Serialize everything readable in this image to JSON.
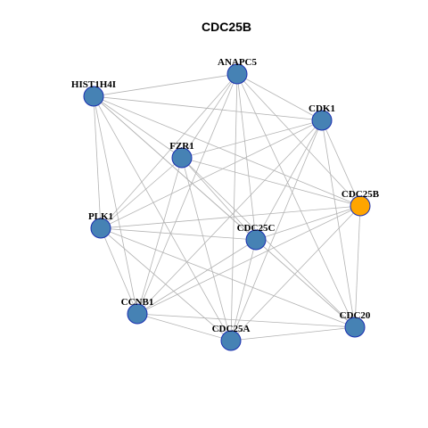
{
  "title": "CDC25B",
  "colors": {
    "node_default": "#4682b4",
    "node_highlight": "#ffa500",
    "node_stroke": "#1a2fb0",
    "edge": "#b3b3b3"
  },
  "nodes": [
    {
      "id": "ANAPC5",
      "label": "ANAPC5",
      "highlight": false
    },
    {
      "id": "HIST1H4I",
      "label": "HIST1H4I",
      "highlight": false
    },
    {
      "id": "CDK1",
      "label": "CDK1",
      "highlight": false
    },
    {
      "id": "FZR1",
      "label": "FZR1",
      "highlight": false
    },
    {
      "id": "CDC25B",
      "label": "CDC25B",
      "highlight": true
    },
    {
      "id": "PLK1",
      "label": "PLK1",
      "highlight": false
    },
    {
      "id": "CDC25C",
      "label": "CDC25C",
      "highlight": false
    },
    {
      "id": "CCNB1",
      "label": "CCNB1",
      "highlight": false
    },
    {
      "id": "CDC20",
      "label": "CDC20",
      "highlight": false
    },
    {
      "id": "CDC25A",
      "label": "CDC25A",
      "highlight": false
    }
  ],
  "edges": [
    [
      "ANAPC5",
      "HIST1H4I"
    ],
    [
      "ANAPC5",
      "CDK1"
    ],
    [
      "ANAPC5",
      "FZR1"
    ],
    [
      "ANAPC5",
      "CDC25B"
    ],
    [
      "ANAPC5",
      "PLK1"
    ],
    [
      "ANAPC5",
      "CDC25C"
    ],
    [
      "ANAPC5",
      "CCNB1"
    ],
    [
      "ANAPC5",
      "CDC20"
    ],
    [
      "ANAPC5",
      "CDC25A"
    ],
    [
      "HIST1H4I",
      "CDK1"
    ],
    [
      "HIST1H4I",
      "FZR1"
    ],
    [
      "HIST1H4I",
      "CDC25B"
    ],
    [
      "HIST1H4I",
      "PLK1"
    ],
    [
      "HIST1H4I",
      "CDC25C"
    ],
    [
      "HIST1H4I",
      "CCNB1"
    ],
    [
      "HIST1H4I",
      "CDC20"
    ],
    [
      "HIST1H4I",
      "CDC25A"
    ],
    [
      "CDK1",
      "FZR1"
    ],
    [
      "CDK1",
      "CDC25B"
    ],
    [
      "CDK1",
      "PLK1"
    ],
    [
      "CDK1",
      "CDC25C"
    ],
    [
      "CDK1",
      "CCNB1"
    ],
    [
      "CDK1",
      "CDC20"
    ],
    [
      "CDK1",
      "CDC25A"
    ],
    [
      "FZR1",
      "CDC25B"
    ],
    [
      "FZR1",
      "PLK1"
    ],
    [
      "FZR1",
      "CDC25C"
    ],
    [
      "FZR1",
      "CCNB1"
    ],
    [
      "FZR1",
      "CDC20"
    ],
    [
      "FZR1",
      "CDC25A"
    ],
    [
      "CDC25B",
      "PLK1"
    ],
    [
      "CDC25B",
      "CDC25C"
    ],
    [
      "CDC25B",
      "CCNB1"
    ],
    [
      "CDC25B",
      "CDC20"
    ],
    [
      "CDC25B",
      "CDC25A"
    ],
    [
      "PLK1",
      "CDC25C"
    ],
    [
      "PLK1",
      "CCNB1"
    ],
    [
      "PLK1",
      "CDC20"
    ],
    [
      "PLK1",
      "CDC25A"
    ],
    [
      "CDC25C",
      "CCNB1"
    ],
    [
      "CDC25C",
      "CDC20"
    ],
    [
      "CDC25C",
      "CDC25A"
    ],
    [
      "CCNB1",
      "CDC20"
    ],
    [
      "CCNB1",
      "CDC25A"
    ],
    [
      "CDC20",
      "CDC25A"
    ]
  ]
}
